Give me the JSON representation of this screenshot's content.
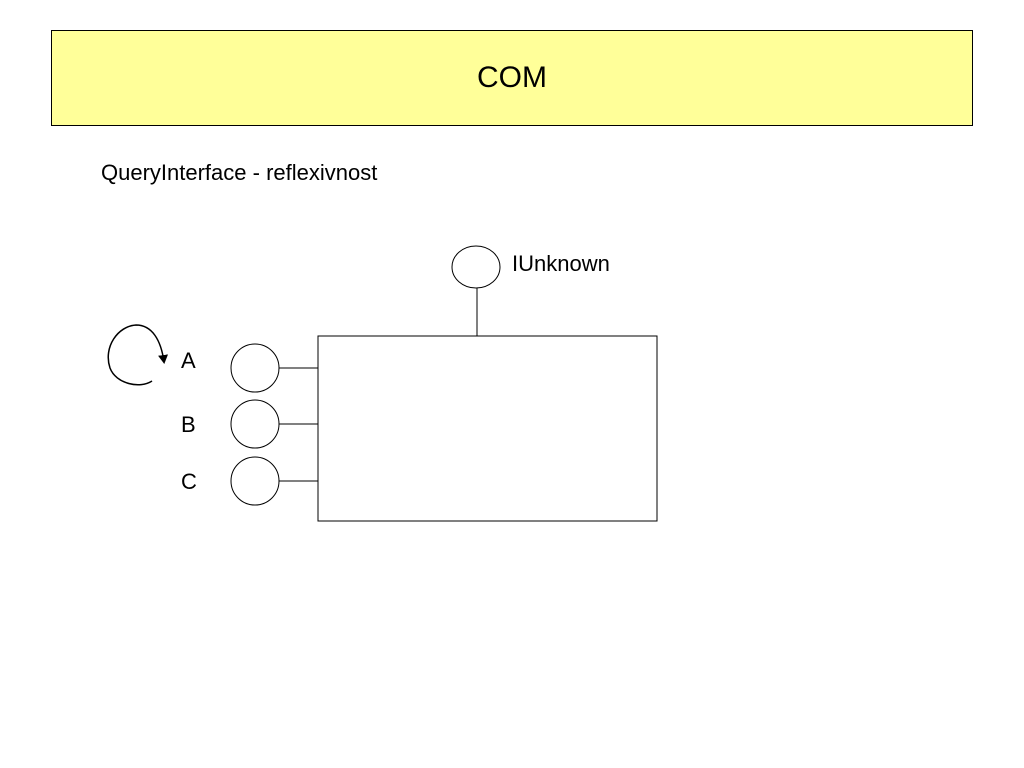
{
  "slide": {
    "title": "COM",
    "subtitle": "QueryInterface - reflexivnost"
  },
  "diagram": {
    "component_interface": "IUnknown",
    "interfaces": [
      "A",
      "B",
      "C"
    ]
  },
  "colors": {
    "title_background": "#ffff99",
    "stroke": "#000000",
    "background": "#ffffff"
  }
}
